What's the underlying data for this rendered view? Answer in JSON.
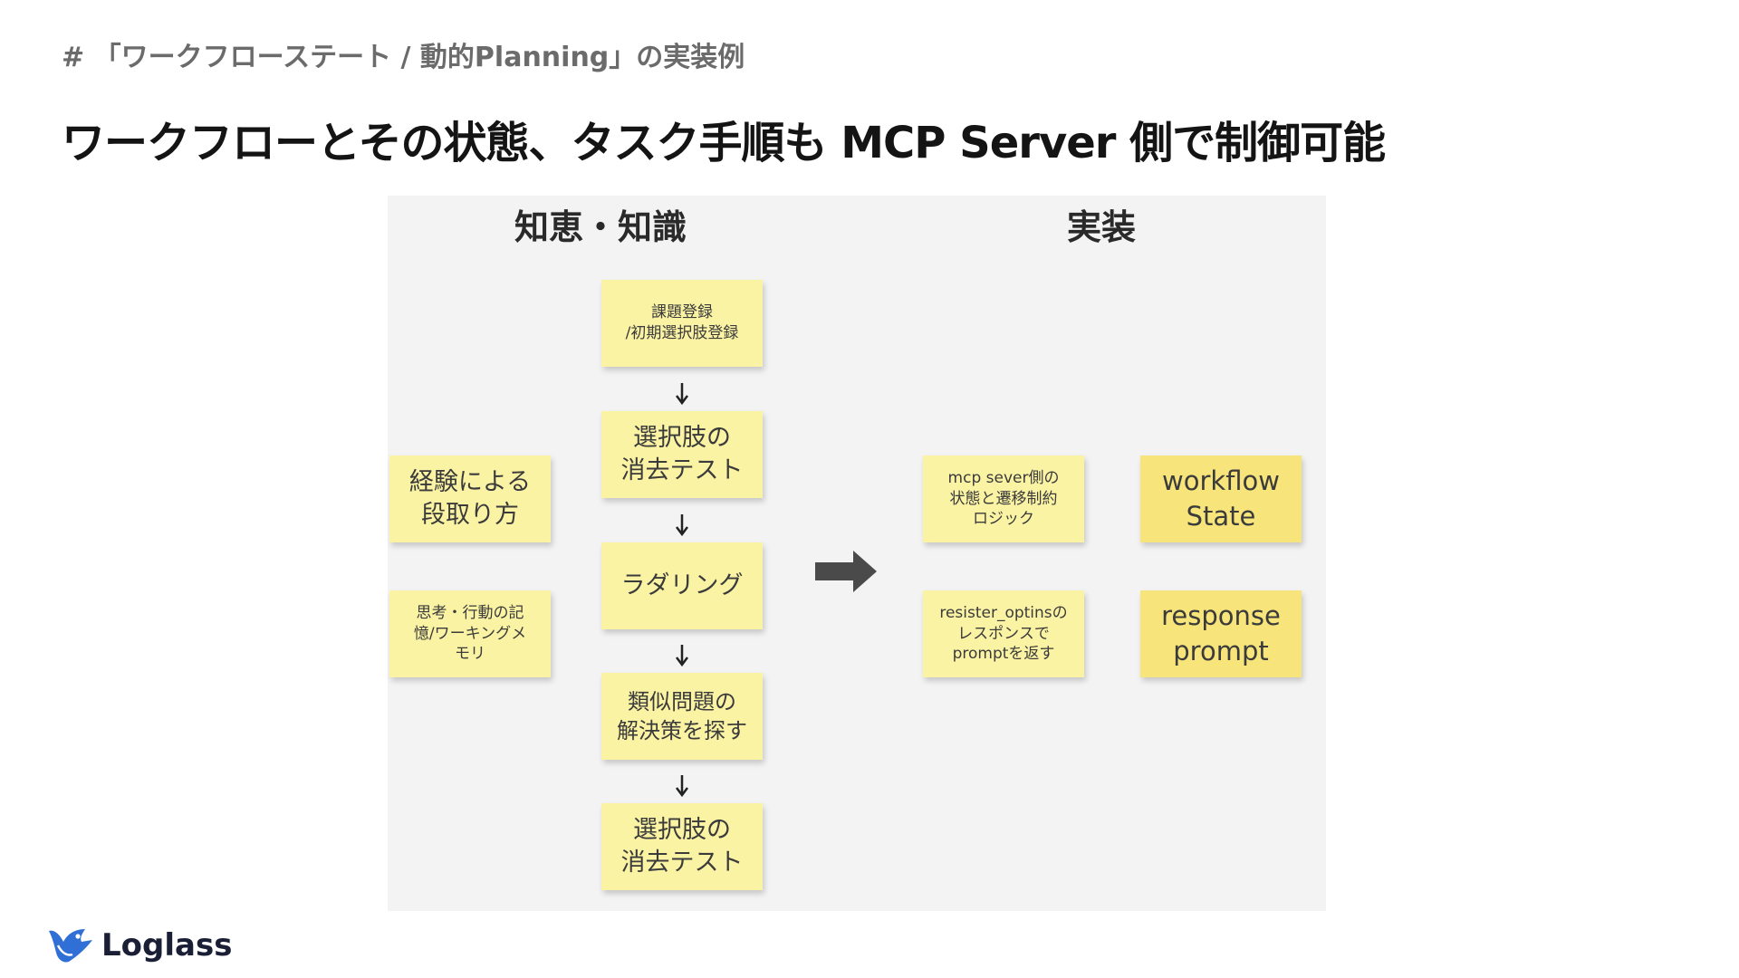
{
  "slide": {
    "section_label": "# 「ワークフローステート / 動的Planning」の実装例",
    "headline": "ワークフローとその状態、タスク手順も MCP Server 側で制御可能"
  },
  "board": {
    "left_title": "知恵・知識",
    "right_title": "実装",
    "flow_notes": [
      "課題登録\n/初期選択肢登録",
      "選択肢の\n消去テスト",
      "ラダリング",
      "類似問題の\n解決策を探す",
      "選択肢の\n消去テスト"
    ],
    "knowledge_notes": [
      "経験による\n段取り方",
      "思考・行動の記\n憶/ワーキングメ\nモリ"
    ],
    "impl_notes": [
      "mcp sever側の\n状態と遷移制約\nロジック",
      "resister_optinsの\nレスポンスで\npromptを返す"
    ],
    "impl_labels": [
      "workflow\nState",
      "response\nprompt"
    ]
  },
  "brand": {
    "name": "Loglass",
    "icon": "bird-logo-icon",
    "color": "#2f6fd6"
  },
  "colors": {
    "note": "#fbf3a4",
    "note_deep": "#f7e47a",
    "board_bg": "#f3f3f3"
  }
}
